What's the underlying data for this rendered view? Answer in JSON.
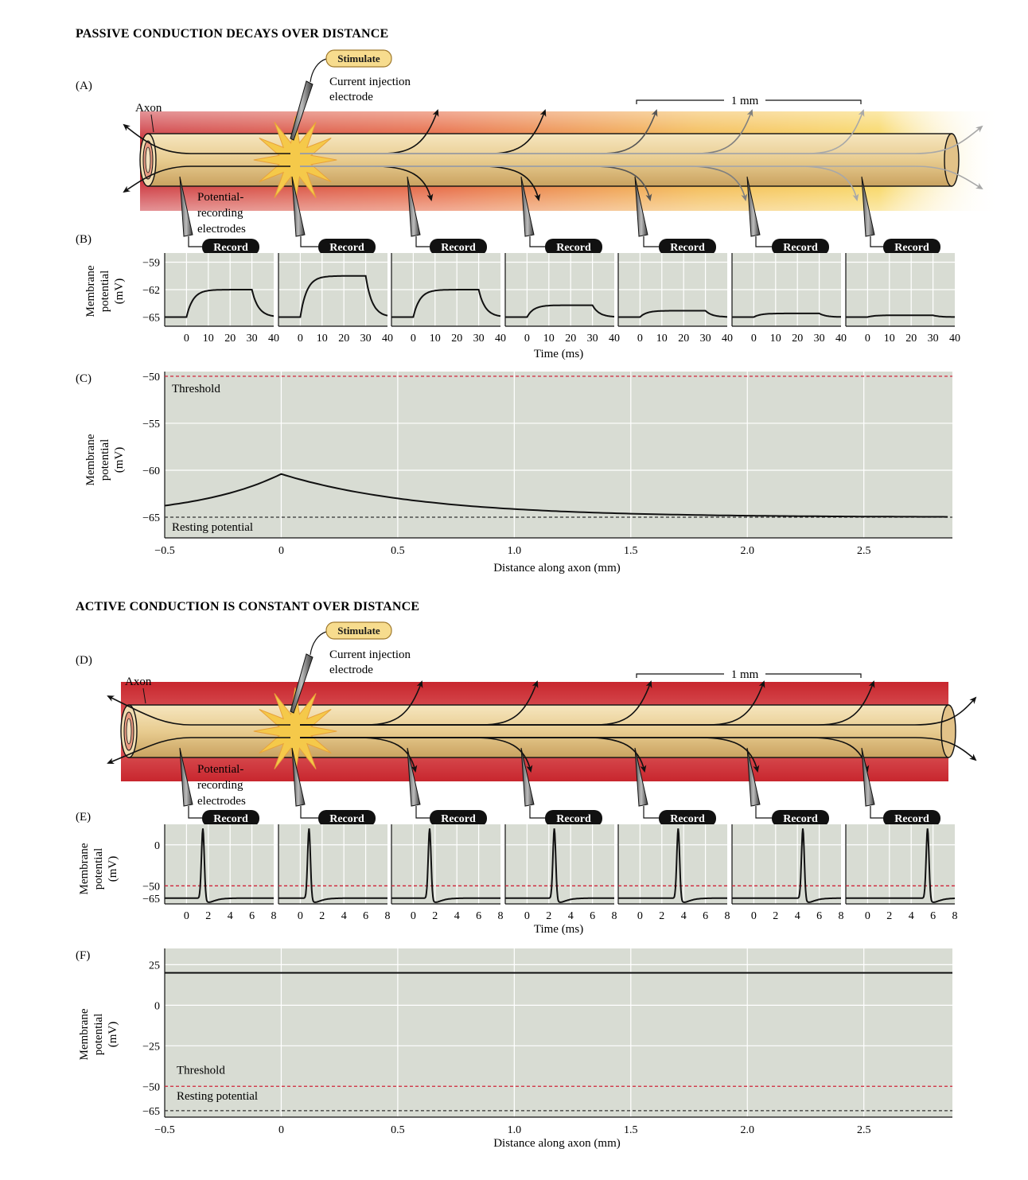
{
  "passive": {
    "heading": "PASSIVE CONDUCTION DECAYS OVER DISTANCE",
    "panel_a": "(A)",
    "panel_b": "(B)",
    "panel_c": "(C)"
  },
  "active": {
    "heading": "ACTIVE CONDUCTION IS CONSTANT OVER DISTANCE",
    "panel_d": "(D)",
    "panel_e": "(E)",
    "panel_f": "(F)"
  },
  "labels": {
    "stimulate": "Stimulate",
    "current_injection_1": "Current injection",
    "current_injection_2": "electrode",
    "axon": "Axon",
    "recording_1": "Potential-",
    "recording_2": "recording",
    "recording_3": "electrodes",
    "record": "Record",
    "scale_bar": "1 mm",
    "membrane_1": "Membrane",
    "membrane_2": "potential",
    "membrane_3": "(mV)",
    "threshold": "Threshold",
    "resting": "Resting potential",
    "time_ms": "Time (ms)",
    "distance": "Distance along axon (mm)"
  },
  "colors": {
    "grid_bg": "#d8dcd3",
    "threshold_line": "#d0243a",
    "axon_fill": "#e9cc92",
    "field_red": "#c8262e",
    "field_yellow": "#f2c84a",
    "stimulate_badge": "#f7dc8e",
    "record_badge": "#111111"
  },
  "chart_data": [
    {
      "type": "line",
      "panel": "B",
      "ylim": [
        -66,
        -58
      ],
      "yticks": [
        "-59",
        "-62",
        "-65"
      ],
      "xticks": [
        "0",
        "10",
        "20",
        "30",
        "40"
      ],
      "xlim": [
        -10,
        40
      ],
      "stimulus_ms": [
        0,
        30
      ],
      "resting_mv": -65,
      "series": [
        {
          "peak_mv": -62.0
        },
        {
          "peak_mv": -60.5
        },
        {
          "peak_mv": -62.0
        },
        {
          "peak_mv": -63.7
        },
        {
          "peak_mv": -64.3
        },
        {
          "peak_mv": -64.6
        },
        {
          "peak_mv": -64.8
        }
      ]
    },
    {
      "type": "line",
      "panel": "C",
      "xlim": [
        -0.5,
        2.88
      ],
      "ylim": [
        -67.2,
        -49.5
      ],
      "xticks": [
        "−0.5",
        "0",
        "0.5",
        "1.0",
        "1.5",
        "2.0",
        "2.5"
      ],
      "yticks": [
        "−50",
        "−55",
        "−60",
        "−65"
      ],
      "threshold_mv": -50,
      "resting_mv": -65,
      "peak_mv": -60.4,
      "points": [
        [
          -0.5,
          -63.1
        ],
        [
          0,
          -60.4
        ],
        [
          0.5,
          -62.6
        ],
        [
          1.0,
          -63.7
        ],
        [
          1.5,
          -64.3
        ],
        [
          2.0,
          -64.7
        ],
        [
          2.5,
          -64.9
        ],
        [
          2.88,
          -65.0
        ]
      ]
    },
    {
      "type": "line",
      "panel": "E",
      "xlim": [
        -2,
        8
      ],
      "ylim": [
        -72,
        25
      ],
      "xticks": [
        "0",
        "2",
        "4",
        "6",
        "8"
      ],
      "yticks": [
        "0",
        "−50",
        "−65"
      ],
      "threshold_mv": -50,
      "resting_mv": -65,
      "peak_mv": 20,
      "series": [
        {
          "spike_ms": 1.5
        },
        {
          "spike_ms": 0.8
        },
        {
          "spike_ms": 1.5
        },
        {
          "spike_ms": 2.5
        },
        {
          "spike_ms": 3.5
        },
        {
          "spike_ms": 4.5
        },
        {
          "spike_ms": 5.5
        }
      ]
    },
    {
      "type": "line",
      "panel": "F",
      "xlim": [
        -0.5,
        2.88
      ],
      "ylim": [
        -69,
        35
      ],
      "xticks": [
        "−0.5",
        "0",
        "0.5",
        "1.0",
        "1.5",
        "2.0",
        "2.5"
      ],
      "yticks": [
        "25",
        "0",
        "−25",
        "−50",
        "−65"
      ],
      "threshold_mv": -50,
      "resting_mv": -65,
      "peak_mv": 20,
      "points": [
        [
          -0.5,
          20
        ],
        [
          2.88,
          20
        ]
      ]
    }
  ]
}
